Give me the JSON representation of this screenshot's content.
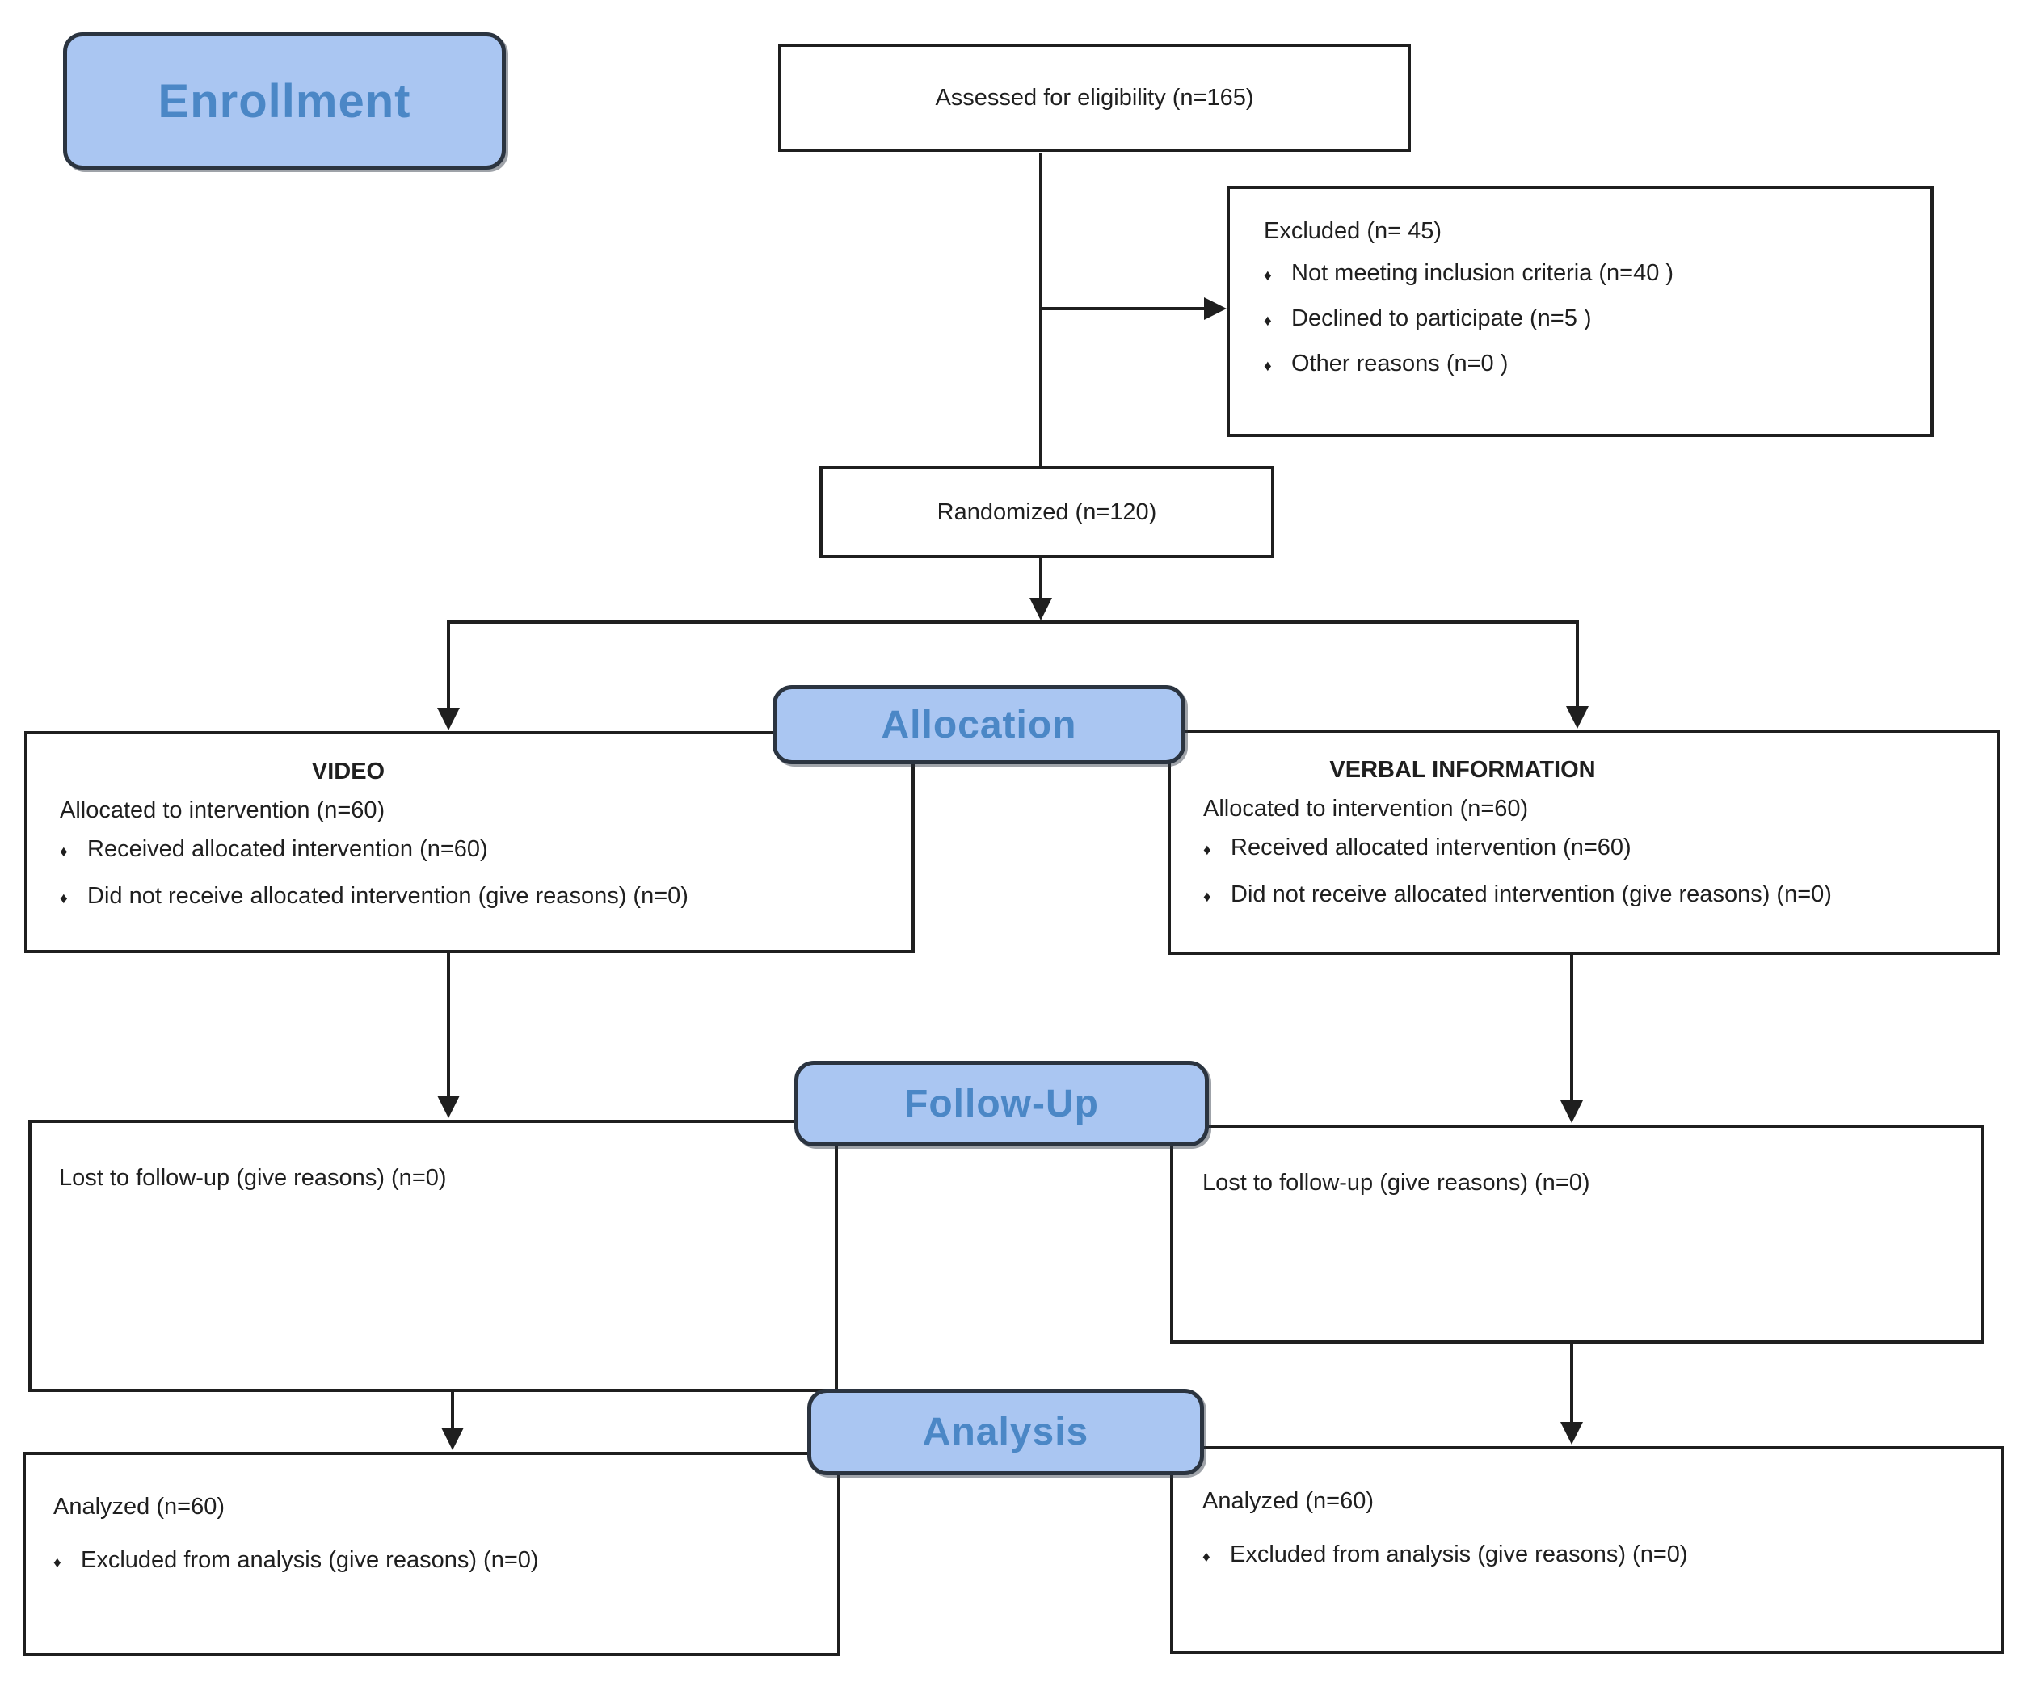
{
  "colors": {
    "badge_fill": "#aac6f2",
    "badge_border": "#2b3440",
    "badge_text": "#4b87c6",
    "box_border": "#1f1f1f",
    "arrow": "#1f1f1f",
    "text": "#1f1f1f"
  },
  "bullet_glyph": "♦",
  "phases": {
    "enrollment": "Enrollment",
    "allocation": "Allocation",
    "followup": "Follow-Up",
    "analysis": "Analysis"
  },
  "boxes": {
    "assessed": {
      "text": "Assessed for eligibility (n=165)"
    },
    "excluded": {
      "title": "Excluded (n= 45)",
      "bullets": [
        "Not meeting inclusion criteria (n=40 )",
        "Declined to participate (n=5  )",
        "Other reasons (n=0  )"
      ]
    },
    "randomized": {
      "text": "Randomized (n=120)"
    },
    "video": {
      "title": "VIDEO",
      "line": "Allocated to intervention (n=60)",
      "bullets": [
        "Received allocated intervention (n=60)",
        "Did not receive allocated intervention (give reasons) (n=0)"
      ]
    },
    "verbal": {
      "title": "VERBAL INFORMATION",
      "line": "Allocated to intervention (n=60)",
      "bullets": [
        "Received allocated intervention (n=60)",
        "Did not receive allocated intervention (give reasons) (n=0)"
      ]
    },
    "followup_left": {
      "text": "Lost to follow-up (give reasons) (n=0)"
    },
    "followup_right": {
      "text": "Lost to follow-up (give reasons) (n=0)"
    },
    "analysis_left": {
      "title": "Analyzed (n=60)",
      "bullets": [
        "Excluded from analysis (give reasons) (n=0)"
      ]
    },
    "analysis_right": {
      "title": "Analyzed (n=60)",
      "bullets": [
        "Excluded from analysis (give reasons) (n=0)"
      ]
    }
  }
}
